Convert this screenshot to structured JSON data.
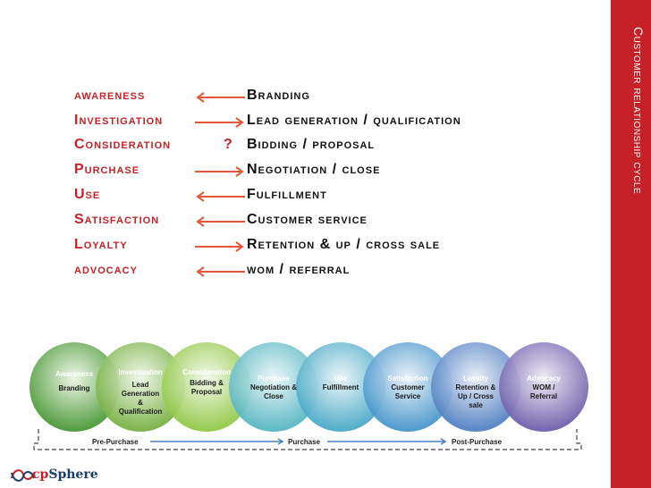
{
  "sidebar": {
    "title": "Customer relationship cycle"
  },
  "stages": [
    {
      "stage": "awareness",
      "direction": "left",
      "activity": "Branding"
    },
    {
      "stage": "Investigation",
      "direction": "right",
      "activity": "Lead generation / qualification"
    },
    {
      "stage": "Consideration",
      "direction": "question",
      "marker": "?",
      "activity": "Bidding / proposal"
    },
    {
      "stage": "Purchase",
      "direction": "right",
      "activity": "Negotiation / close"
    },
    {
      "stage": "Use",
      "direction": "left",
      "activity": "Fulfillment"
    },
    {
      "stage": "Satisfaction",
      "direction": "left",
      "activity": "Customer service"
    },
    {
      "stage": "Loyalty",
      "direction": "right",
      "activity": "Retention & up / cross sale"
    },
    {
      "stage": "advocacy",
      "direction": "left",
      "activity": "wom / referral"
    }
  ],
  "cycle": [
    {
      "title": "Awareness",
      "sub": "Branding",
      "color": "#4f9b3d"
    },
    {
      "title": "Investigation",
      "sub": "Lead Generation & Qualification",
      "color": "#72ad3c"
    },
    {
      "title": "Consideration",
      "sub": "Bidding & Proposal",
      "color": "#8ec63f"
    },
    {
      "title": "Purchase",
      "sub": "Negotiation & Close",
      "color": "#4fb3bf"
    },
    {
      "title": "Use",
      "sub": "Fulfillment",
      "color": "#42a6c4"
    },
    {
      "title": "Satisfaction",
      "sub": "Customer Service",
      "color": "#3f92c8"
    },
    {
      "title": "Loyalty",
      "sub": "Retention & Up / Cross sale",
      "color": "#4a7bbf"
    },
    {
      "title": "Advocacy",
      "sub": "WOM / Referral",
      "color": "#6a58a8"
    }
  ],
  "phases": {
    "pre": "Pre-Purchase",
    "purchase": "Purchase",
    "post": "Post-Purchase"
  },
  "logo": {
    "prefix": "cp",
    "suffix": "Sphere"
  },
  "colors": {
    "accent": "#c62127",
    "arrow": "#e2593a",
    "bracket": "#444444",
    "phase_arrow": "#4a7fc0"
  }
}
